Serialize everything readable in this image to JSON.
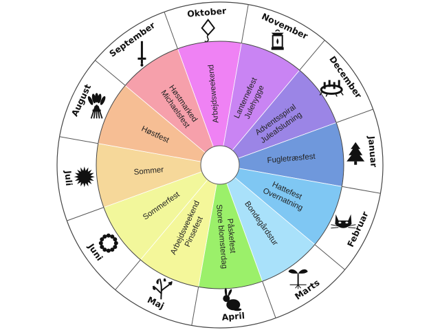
{
  "segments": [
    {
      "month": "Oktober",
      "icon": "kite-icon",
      "color": "#ef82f4",
      "events": [
        "Arbejdsweekend"
      ]
    },
    {
      "month": "November",
      "icon": "lantern-icon",
      "color": "#c984f3",
      "events": [
        "Lanternefest",
        "Julehygge"
      ]
    },
    {
      "month": "December",
      "icon": "advent-wreath-icon",
      "color": "#9b85e6",
      "events": [
        "Adventsspiral",
        "Juleafslutning"
      ]
    },
    {
      "month": "Januar",
      "icon": "fir-tree-icon",
      "color": "#6f98dc",
      "events": [
        "Fugletræsfest"
      ]
    },
    {
      "month": "Februar",
      "icon": "cat-face-icon",
      "color": "#7fc7f3",
      "events": [
        "Hattefest",
        "Overnatning"
      ]
    },
    {
      "month": "Marts",
      "icon": "sprout-icon",
      "color": "#a9e1fa",
      "events": [
        "Bondegårdstur"
      ]
    },
    {
      "month": "April",
      "icon": "rabbit-icon",
      "color": "#9bf06a",
      "events": [
        "Påskefest",
        "Store blomsterdag"
      ]
    },
    {
      "month": "Maj",
      "icon": "birch-branch-icon",
      "color": "#f4f79a",
      "events": [
        "Arbejdsweekend",
        "Pinsefest"
      ]
    },
    {
      "month": "Juni",
      "icon": "flower-wreath-icon",
      "color": "#f2f79b",
      "events": [
        "Sommerfest"
      ]
    },
    {
      "month": "Juli",
      "icon": "sun-icon",
      "color": "#f6d89a",
      "events": [
        "Sommer"
      ]
    },
    {
      "month": "August",
      "icon": "wheat-sheaf-icon",
      "color": "#f6be94",
      "events": [
        "Høstfest"
      ]
    },
    {
      "month": "September",
      "icon": "sword-icon",
      "color": "#f6a0ab",
      "events": [
        "Høstmarked",
        "Michaelsfest"
      ]
    }
  ]
}
